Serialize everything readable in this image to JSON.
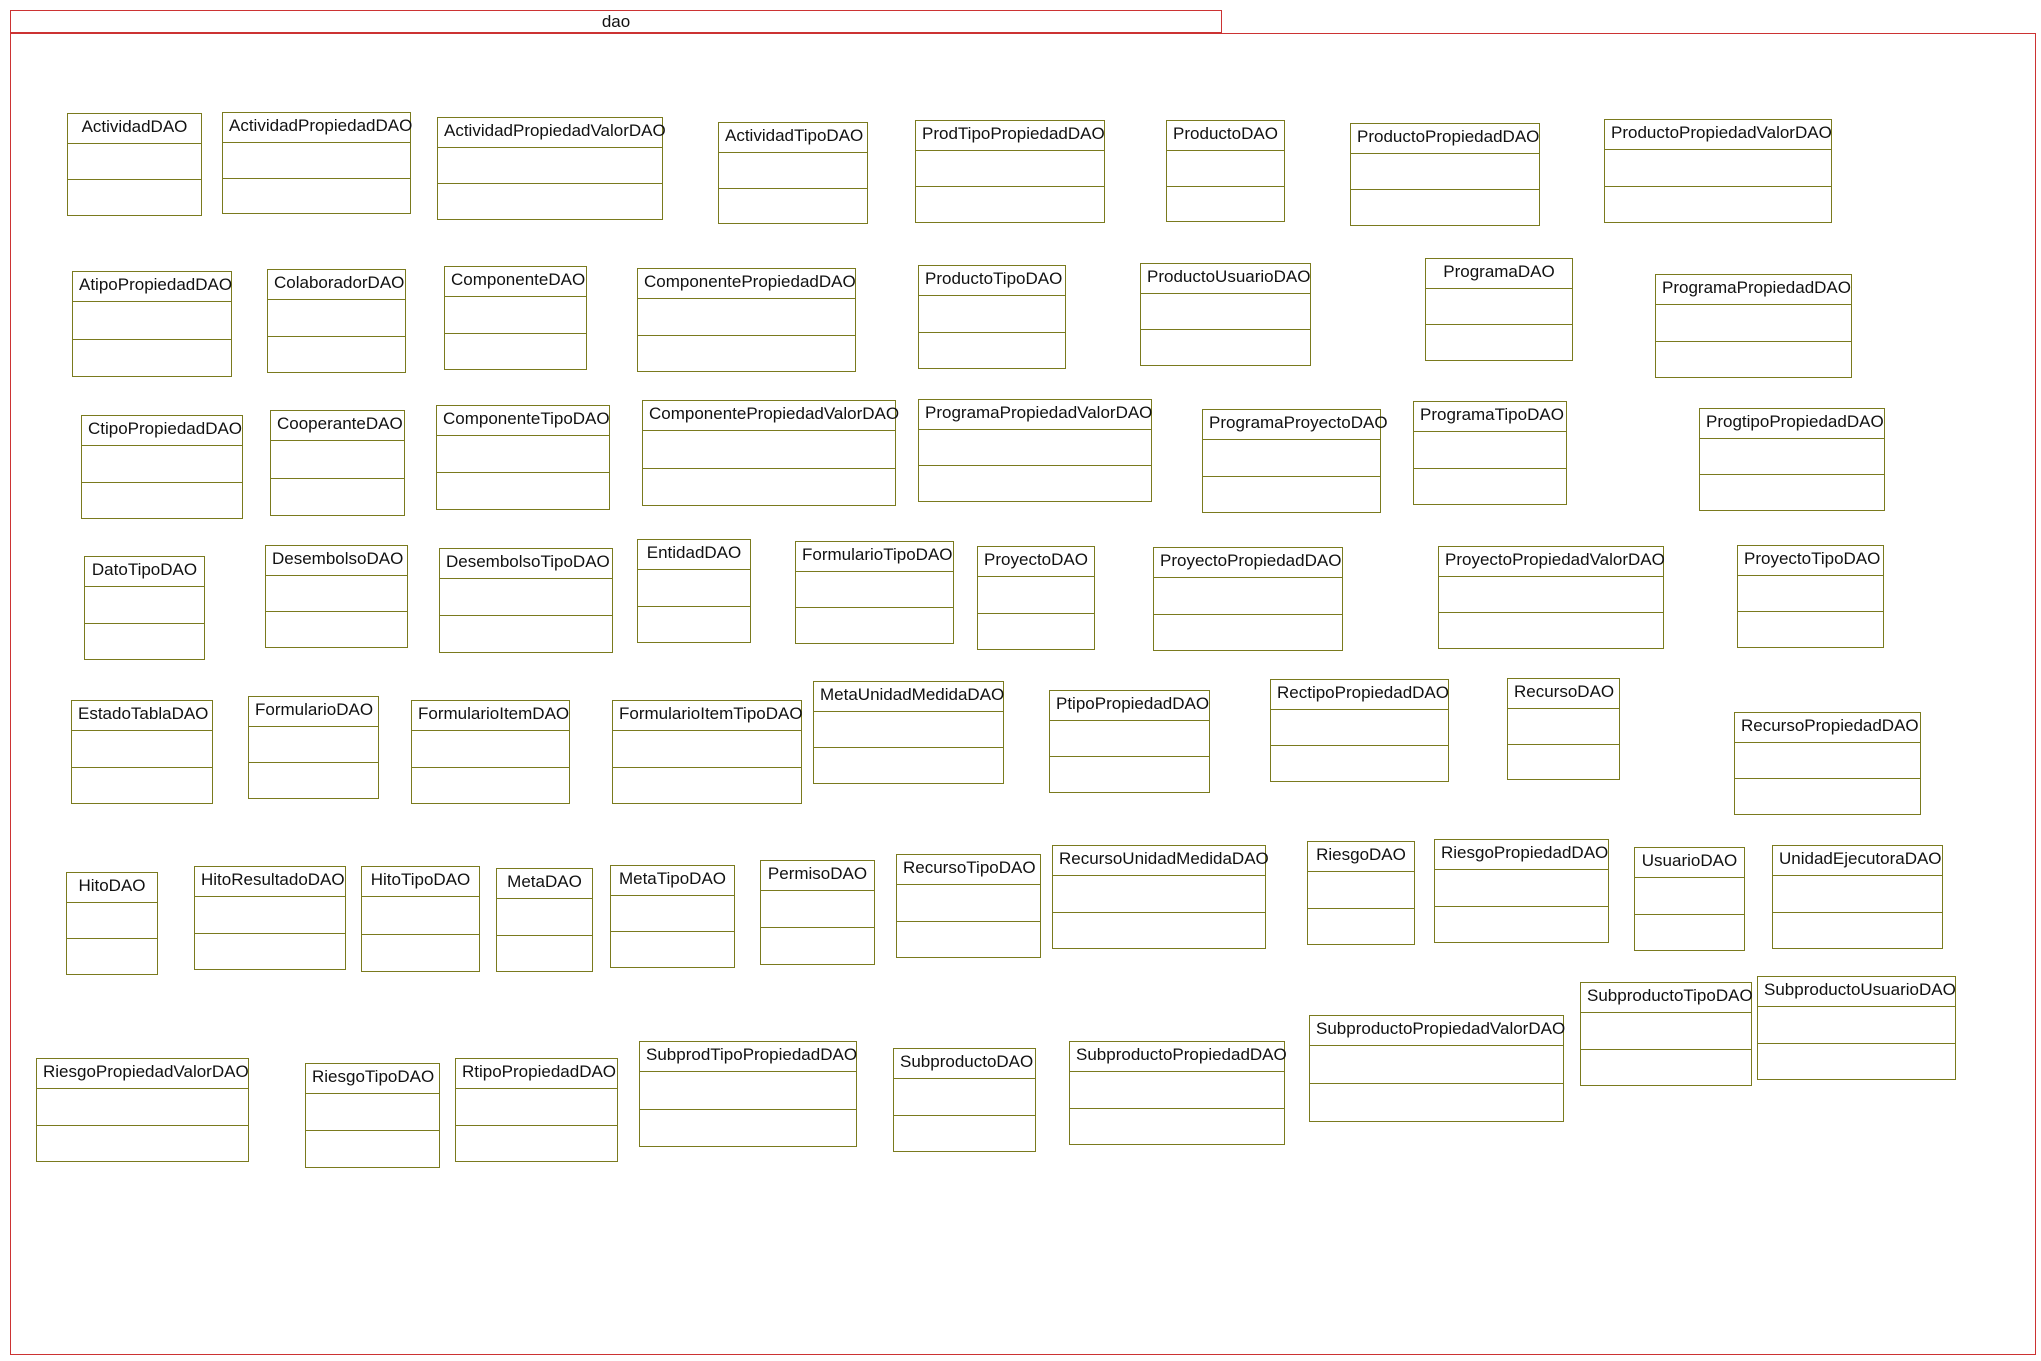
{
  "package": {
    "name": "dao"
  },
  "classes": [
    "ActividadDAO",
    "ActividadPropiedadDAO",
    "ActividadPropiedadValorDAO",
    "ActividadTipoDAO",
    "ProdTipoPropiedadDAO",
    "ProductoDAO",
    "ProductoPropiedadDAO",
    "ProductoPropiedadValorDAO",
    "AtipoPropiedadDAO",
    "ColaboradorDAO",
    "ComponenteDAO",
    "ComponentePropiedadDAO",
    "ProductoTipoDAO",
    "ProductoUsuarioDAO",
    "ProgramaDAO",
    "ProgramaPropiedadDAO",
    "CtipoPropiedadDAO",
    "CooperanteDAO",
    "ComponenteTipoDAO",
    "ComponentePropiedadValorDAO",
    "ProgramaPropiedadValorDAO",
    "ProgramaProyectoDAO",
    "ProgramaTipoDAO",
    "ProgtipoPropiedadDAO",
    "DatoTipoDAO",
    "DesembolsoDAO",
    "DesembolsoTipoDAO",
    "EntidadDAO",
    "FormularioTipoDAO",
    "ProyectoDAO",
    "ProyectoPropiedadDAO",
    "ProyectoPropiedadValorDAO",
    "ProyectoTipoDAO",
    "EstadoTablaDAO",
    "FormularioDAO",
    "FormularioItemDAO",
    "FormularioItemTipoDAO",
    "MetaUnidadMedidaDAO",
    "PtipoPropiedadDAO",
    "RectipoPropiedadDAO",
    "RecursoDAO",
    "RecursoPropiedadDAO",
    "HitoDAO",
    "HitoResultadoDAO",
    "HitoTipoDAO",
    "MetaDAO",
    "MetaTipoDAO",
    "PermisoDAO",
    "RecursoTipoDAO",
    "RecursoUnidadMedidaDAO",
    "RiesgoDAO",
    "RiesgoPropiedadDAO",
    "UsuarioDAO",
    "UnidadEjecutoraDAO",
    "RiesgoPropiedadValorDAO",
    "RiesgoTipoDAO",
    "RtipoPropiedadDAO",
    "SubprodTipoPropiedadDAO",
    "SubproductoDAO",
    "SubproductoPropiedadDAO",
    "SubproductoPropiedadValorDAO",
    "SubproductoTipoDAO",
    "SubproductoUsuarioDAO"
  ],
  "colors": {
    "package_border": "#cc3333",
    "class_border": "#7a7a1e"
  }
}
